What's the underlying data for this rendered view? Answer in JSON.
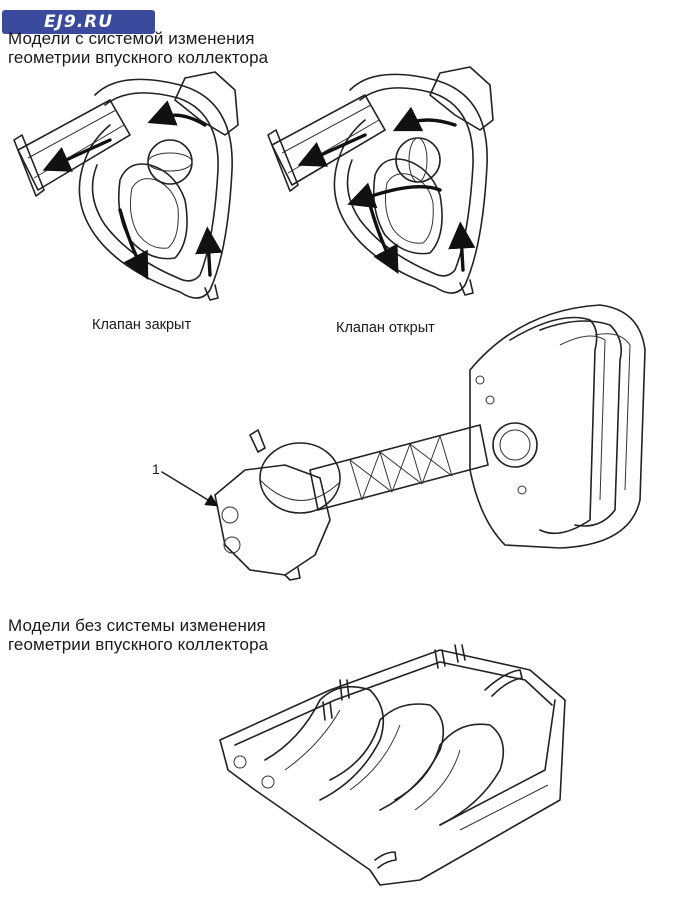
{
  "logo": {
    "text": "EJ9.RU"
  },
  "section_vtec": {
    "heading_line1": "Модели с системой изменения",
    "heading_line2": "геометрии впускного коллектора"
  },
  "captions": {
    "closed": "Клапан закрыт",
    "open": "Клапан открыт"
  },
  "callout": {
    "number": "1"
  },
  "section_plain": {
    "heading_line1": "Модели без системы изменения",
    "heading_line2": "геометрии впускного коллектора"
  }
}
